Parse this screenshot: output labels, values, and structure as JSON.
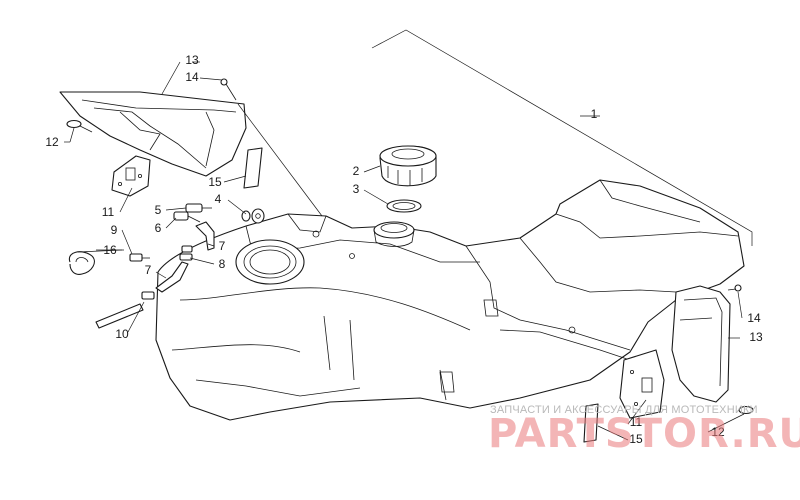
{
  "callouts": {
    "c1": "1",
    "c2": "2",
    "c3": "3",
    "c4": "4",
    "c5": "5",
    "c6": "6",
    "c7a": "7",
    "c7b": "7",
    "c8": "8",
    "c9": "9",
    "c10": "10",
    "c11a": "11",
    "c11b": "11",
    "c12a": "12",
    "c12b": "12",
    "c13a": "13",
    "c13b": "13",
    "c14a": "14",
    "c14b": "14",
    "c15a": "15",
    "c15b": "15",
    "c16": "16"
  },
  "watermark": {
    "tagline": "ЗАПЧАСТИ И АКСЕССУАРЫ ДЛЯ МОТОТЕХНИКИ",
    "logo": "PARTSTOR.RU"
  }
}
